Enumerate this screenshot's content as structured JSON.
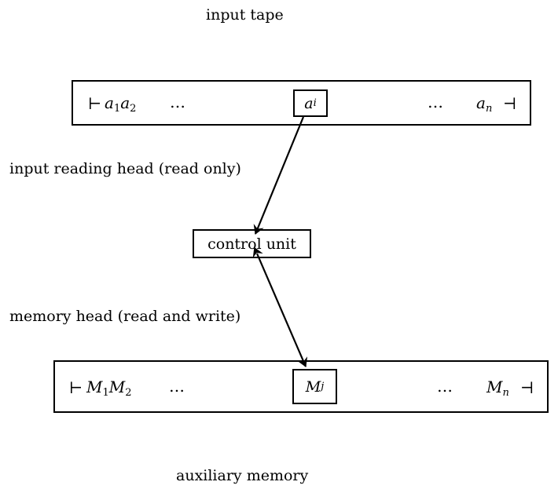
{
  "labels": {
    "input_tape": "input tape",
    "input_head": "input reading head (read only)",
    "memory_head": "memory head (read and write)",
    "auxiliary_memory": "auxiliary memory",
    "control_unit": "control unit"
  },
  "input_tape": {
    "left_marker": "⊢",
    "right_marker": "⊣",
    "symbol_base": "a",
    "first_sub": "1",
    "second_sub": "2",
    "current_sub": "i",
    "last_sub": "n",
    "ellipsis": "…"
  },
  "memory_tape": {
    "left_marker": "⊢",
    "right_marker": "⊣",
    "symbol_base": "M",
    "first_sub": "1",
    "second_sub": "2",
    "current_sub": "j",
    "last_sub": "n",
    "ellipsis": "…"
  },
  "arrows": {
    "input_to_control": "one-way",
    "control_memory": "two-way"
  }
}
